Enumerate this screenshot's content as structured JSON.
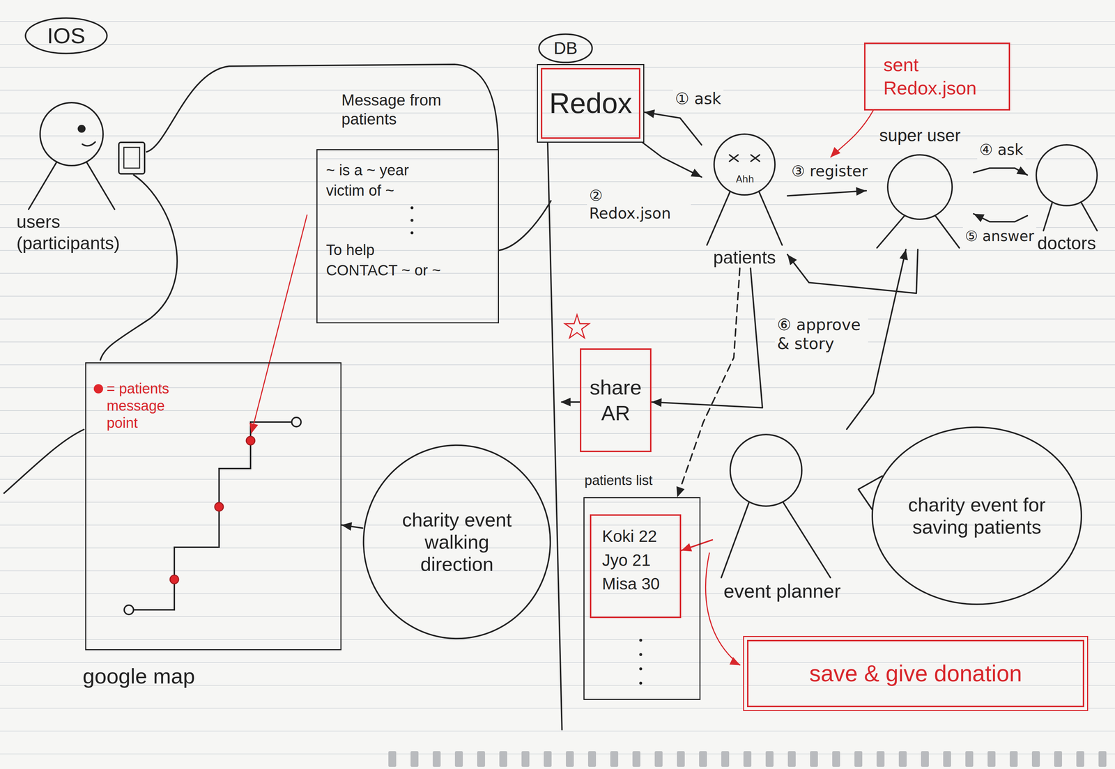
{
  "diagram": {
    "nodes": [
      {
        "text": [
          "IOS"
        ]
      },
      {
        "text": [
          "users (participants)"
        ]
      },
      {
        "text": [
          "Message from patients",
          "~ is a ~ year",
          "victim of ~",
          "To help",
          "CONTACT ~ or ~"
        ]
      },
      {
        "text": [
          "google map"
        ]
      },
      {
        "text": [
          "charity event walking direction"
        ]
      },
      {
        "text": [
          "DB"
        ]
      },
      {
        "text": [
          "Redox"
        ]
      },
      {
        "text": [
          "patients"
        ]
      },
      {
        "text": [
          "super user"
        ]
      },
      {
        "text": [
          "doctors"
        ]
      },
      {
        "text": [
          "sent Redox.json"
        ]
      },
      {
        "text": [
          "share AR"
        ]
      },
      {
        "text": [
          "patients list"
        ]
      },
      {
        "text": [
          "Koki 22",
          "Jyo 21",
          "Misa 30"
        ],
        "in": 12
      },
      {
        "text": [
          "event planner"
        ]
      },
      {
        "text": [
          "charity event for saving patients"
        ]
      },
      {
        "text": [
          "save & give donation"
        ]
      }
    ],
    "edges": [
      {
        "from": 7,
        "to": 6,
        "label": "① ask",
        "arrow": "to"
      },
      {
        "from": 6,
        "to": 7,
        "label": "② Redox.json",
        "arrow": "to"
      },
      {
        "from": 7,
        "to": 8,
        "label": "③ register",
        "arrow": "to"
      },
      {
        "from": 8,
        "to": 9,
        "label": "④ ask",
        "arrow": "to"
      },
      {
        "from": 9,
        "to": 8,
        "label": "⑤ answer",
        "arrow": "to"
      },
      {
        "from": 8,
        "to": 7,
        "arrow": "to"
      },
      {
        "from": 7,
        "to": 11,
        "label": "⑥ approve & story",
        "arrow": "to"
      },
      {
        "from": 7,
        "to": 12,
        "arrow": "to"
      },
      {
        "from": 14,
        "to": 8,
        "arrow": "to"
      },
      {
        "from": 14,
        "to": 13,
        "arrow": "to"
      },
      {
        "from": 4,
        "to": 3,
        "arrow": "to"
      }
    ],
    "labels": [
      "Ahh"
    ],
    "legend": [
      {
        "text": "= patients message point",
        "color": "#e0262b"
      }
    ]
  }
}
